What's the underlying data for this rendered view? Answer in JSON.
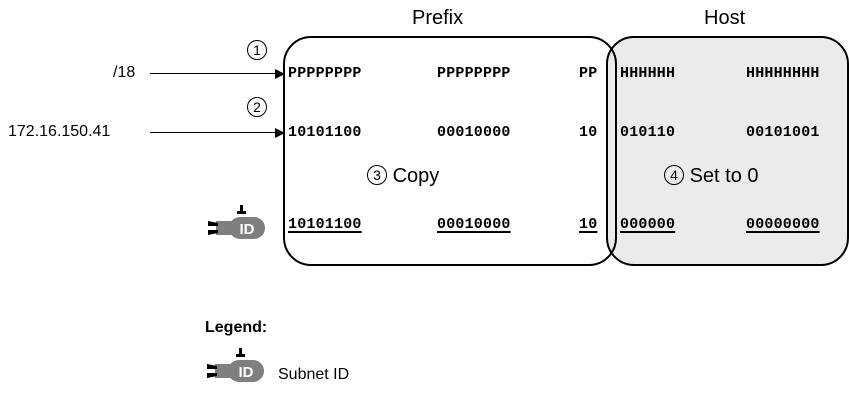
{
  "headers": {
    "prefix": "Prefix",
    "host": "Host"
  },
  "inputs": {
    "mask": "/18",
    "address": "172.16.150.41"
  },
  "steps": {
    "one": "1",
    "two": "2",
    "three": "3",
    "four": "4",
    "copy": "Copy",
    "set_zero": "Set to 0"
  },
  "rows": {
    "mask_bits": [
      "PPPPPPPP",
      "PPPPPPPP",
      "PP",
      "HHHHHH",
      "HHHHHHHH"
    ],
    "address_bits": [
      "10101100",
      "00010000",
      "10",
      "010110",
      "00101001"
    ],
    "result_bits": [
      "10101100",
      "00010000",
      "10",
      "000000",
      "00000000"
    ]
  },
  "icon_text": "ID",
  "legend": {
    "title": "Legend:",
    "subnet_id": "Subnet ID"
  },
  "colors": {
    "host_fill": "#ebebeb",
    "icon_gray": "#7f7f7f",
    "line": "#000000"
  }
}
